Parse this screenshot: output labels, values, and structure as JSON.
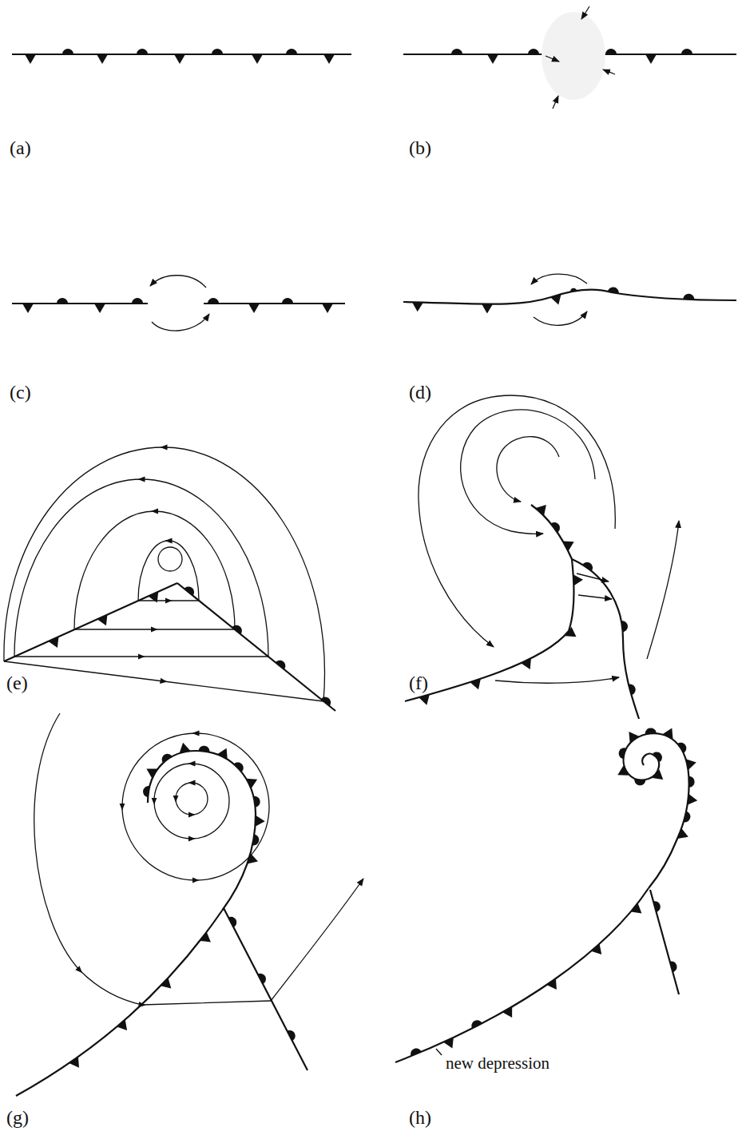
{
  "diagram": {
    "labels": [
      "(a)",
      "(b)",
      "(c)",
      "(d)",
      "(e)",
      "(f)",
      "(g)",
      "(h)",
      "new depression"
    ]
  }
}
